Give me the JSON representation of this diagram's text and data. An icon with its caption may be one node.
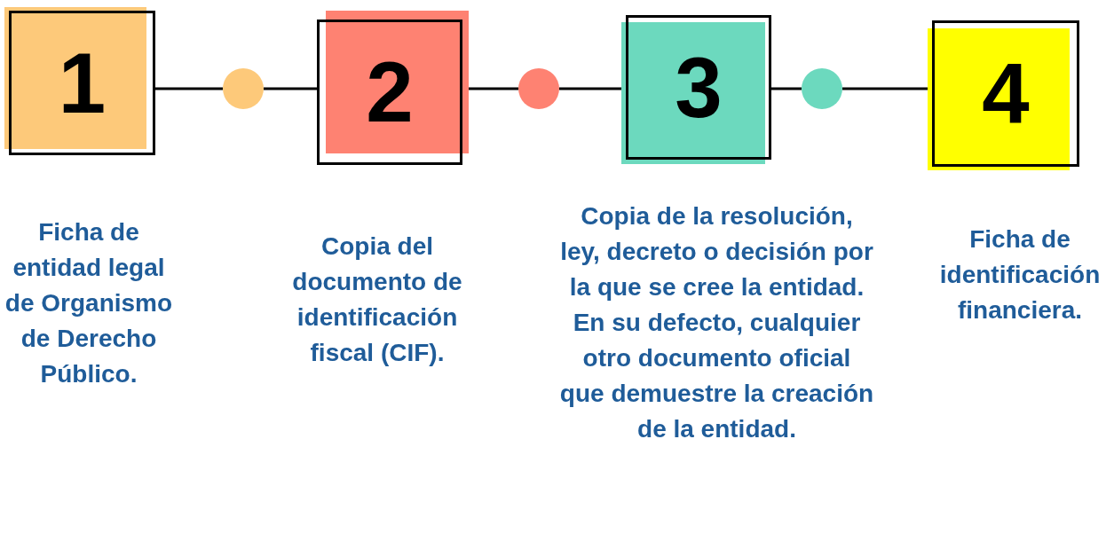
{
  "diagram": {
    "nodes": [
      {
        "text": [
          "1"
        ],
        "beside": [
          "Ficha de entidad legal de Organismo de Derecho Público."
        ]
      },
      {
        "text": [],
        "shape": "circle"
      },
      {
        "text": [
          "2"
        ],
        "beside": [
          "Copia del documento de identificación fiscal (CIF)."
        ]
      },
      {
        "text": [],
        "shape": "circle"
      },
      {
        "text": [
          "3"
        ],
        "beside": [
          "Copia de la resolución, ley, decreto o decisión por la que se cree la entidad. En su defecto, cualquier otro documento oficial que demuestre la creación de la entidad."
        ]
      },
      {
        "text": [],
        "shape": "circle"
      },
      {
        "text": [
          "4"
        ],
        "beside": [
          "Ficha de identificación financiera."
        ]
      }
    ],
    "edges": [
      {
        "from": 0,
        "to": 1,
        "arrow": "none"
      },
      {
        "from": 1,
        "to": 2,
        "arrow": "none"
      },
      {
        "from": 2,
        "to": 3,
        "arrow": "none"
      },
      {
        "from": 3,
        "to": 4,
        "arrow": "none"
      },
      {
        "from": 4,
        "to": 5,
        "arrow": "none"
      },
      {
        "from": 5,
        "to": 6,
        "arrow": "none"
      }
    ]
  }
}
